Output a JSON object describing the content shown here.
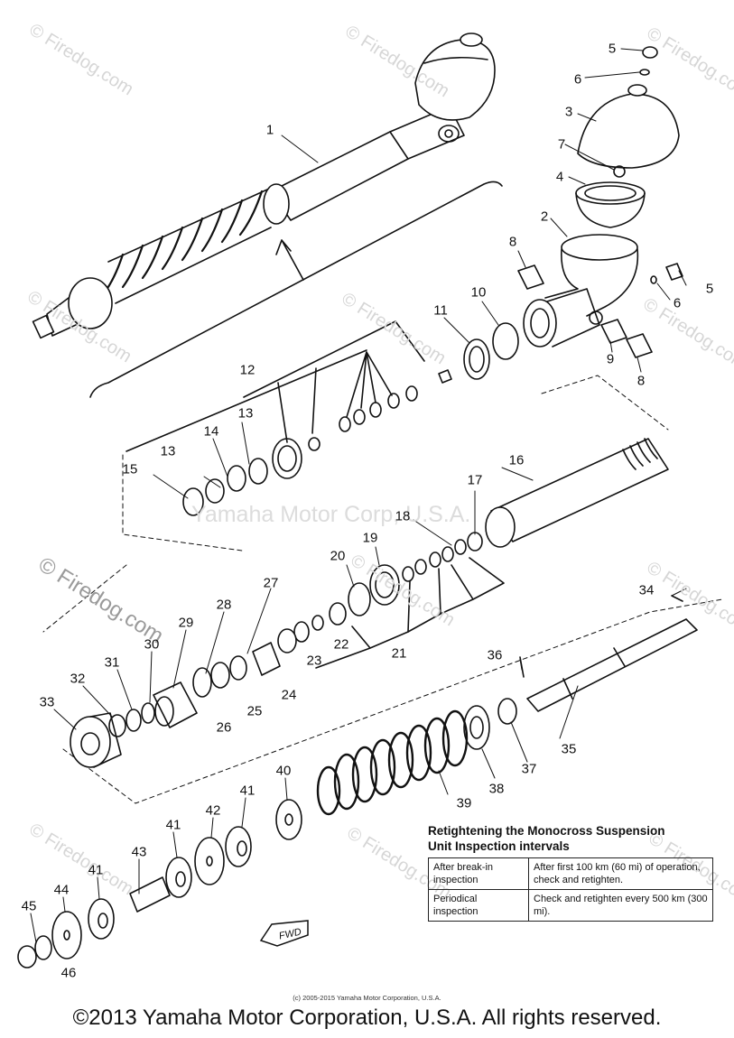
{
  "watermarks": {
    "small": "© Firedog.com",
    "large": "© Firedog.com",
    "center": "Yamaha Motor Corp, U.S.A."
  },
  "callouts": [
    "1",
    "2",
    "3",
    "4",
    "5",
    "5",
    "6",
    "6",
    "7",
    "8",
    "8",
    "9",
    "10",
    "11",
    "12",
    "13",
    "13",
    "14",
    "15",
    "16",
    "17",
    "18",
    "19",
    "20",
    "21",
    "22",
    "23",
    "24",
    "25",
    "26",
    "27",
    "28",
    "29",
    "30",
    "31",
    "32",
    "33",
    "34",
    "35",
    "36",
    "37",
    "38",
    "39",
    "40",
    "41",
    "41",
    "41",
    "42",
    "43",
    "44",
    "45",
    "46"
  ],
  "info_box": {
    "title_line1": "Retightening the Monocross Suspension",
    "title_line2": "Unit Inspection intervals",
    "rows": [
      {
        "label": "After break-in inspection",
        "value": "After first 100 km (60 mi) of operation, check and retighten."
      },
      {
        "label": "Periodical inspection",
        "value": "Check and retighten every 500 km (300 mi)."
      }
    ]
  },
  "fwd_label": "FWD",
  "fine_print": "(c) 2005-2015 Yamaha Motor Corporation, U.S.A.",
  "footer": "©2013 Yamaha Motor Corporation, U.S.A. All rights reserved."
}
